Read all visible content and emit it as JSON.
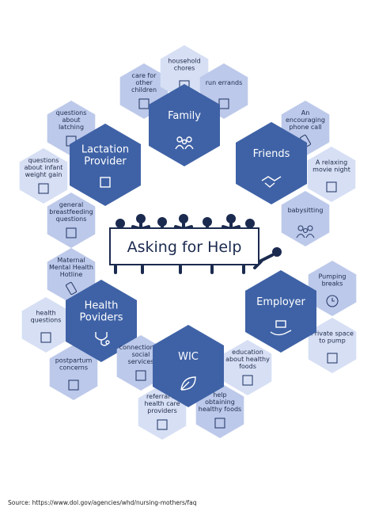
{
  "title": "Asking for Help",
  "source": "Source: https://www.dol.gov/agencies/whd/nursing-mothers/faq",
  "groups": {
    "family": {
      "label": "Family",
      "items": [
        "care for other children",
        "household chores",
        "run errands"
      ]
    },
    "friends": {
      "label": "Friends",
      "items": [
        "An encouraging phone call",
        "A relaxing movie night",
        "babysitting"
      ]
    },
    "lactation": {
      "label": "Lactation Provider",
      "items": [
        "questions about latching",
        "questions about infant weight gain",
        "general breastfeeding questions"
      ]
    },
    "health": {
      "label": "Health Poviders",
      "items": [
        "Maternal Mental Health Hotline",
        "health questions",
        "postpartum concerns"
      ]
    },
    "employer": {
      "label": "Employer",
      "items": [
        "Pumping breaks",
        "Private space to pump"
      ]
    },
    "wic": {
      "label": "WIC",
      "items": [
        "connection to social services",
        "education about healthy foods",
        "help obtaining healthy foods",
        "referral to health care providers"
      ]
    }
  },
  "colors": {
    "main": "#3f62a6",
    "sub": "#bcc9ea",
    "text": "#1b2a4f"
  }
}
